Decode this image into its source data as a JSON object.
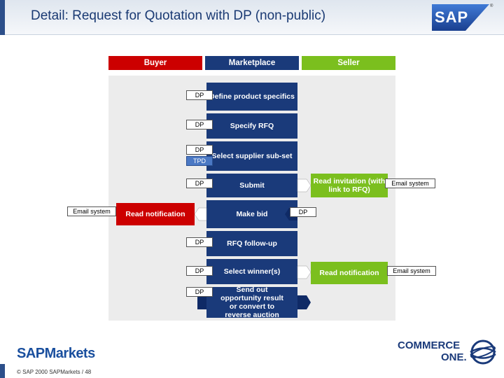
{
  "title": "Detail: Request for Quotation with DP (non-public)",
  "brand": {
    "sap_logo": "SAP",
    "trademark": "®",
    "sapmarkets_logo": "SAPMarkets",
    "commerce_one_line1": "COMMERCE",
    "commerce_one_line2": "ONE."
  },
  "columns": {
    "buyer": "Buyer",
    "marketplace": "Marketplace",
    "seller": "Seller"
  },
  "steps": {
    "define": "Define product specifics",
    "specify": "Specify RFQ",
    "select_supplier": "Select supplier sub-set",
    "submit": "Submit",
    "make_bid": "Make bid",
    "follow_up": "RFQ follow-up",
    "select_winner": "Select winner(s)",
    "send_out": "Send out opportunity result or convert to reverse auction"
  },
  "notifications": {
    "read_invitation": "Read invitation (with link to RFQ)",
    "buyer_read": "Read notification",
    "seller_read": "Read notification"
  },
  "tags": {
    "dp": "DP",
    "tpd": "TPD",
    "email_system": "Email system"
  },
  "footer": "©  SAP 2000 SAPMarkets  / 48",
  "colors": {
    "buyer": "#cc0000",
    "marketplace": "#1a3a7a",
    "seller": "#7bbf1e",
    "title": "#1a3a73",
    "lane_fill": "#e9e9e9",
    "dark_blue": "#0f2a66"
  }
}
